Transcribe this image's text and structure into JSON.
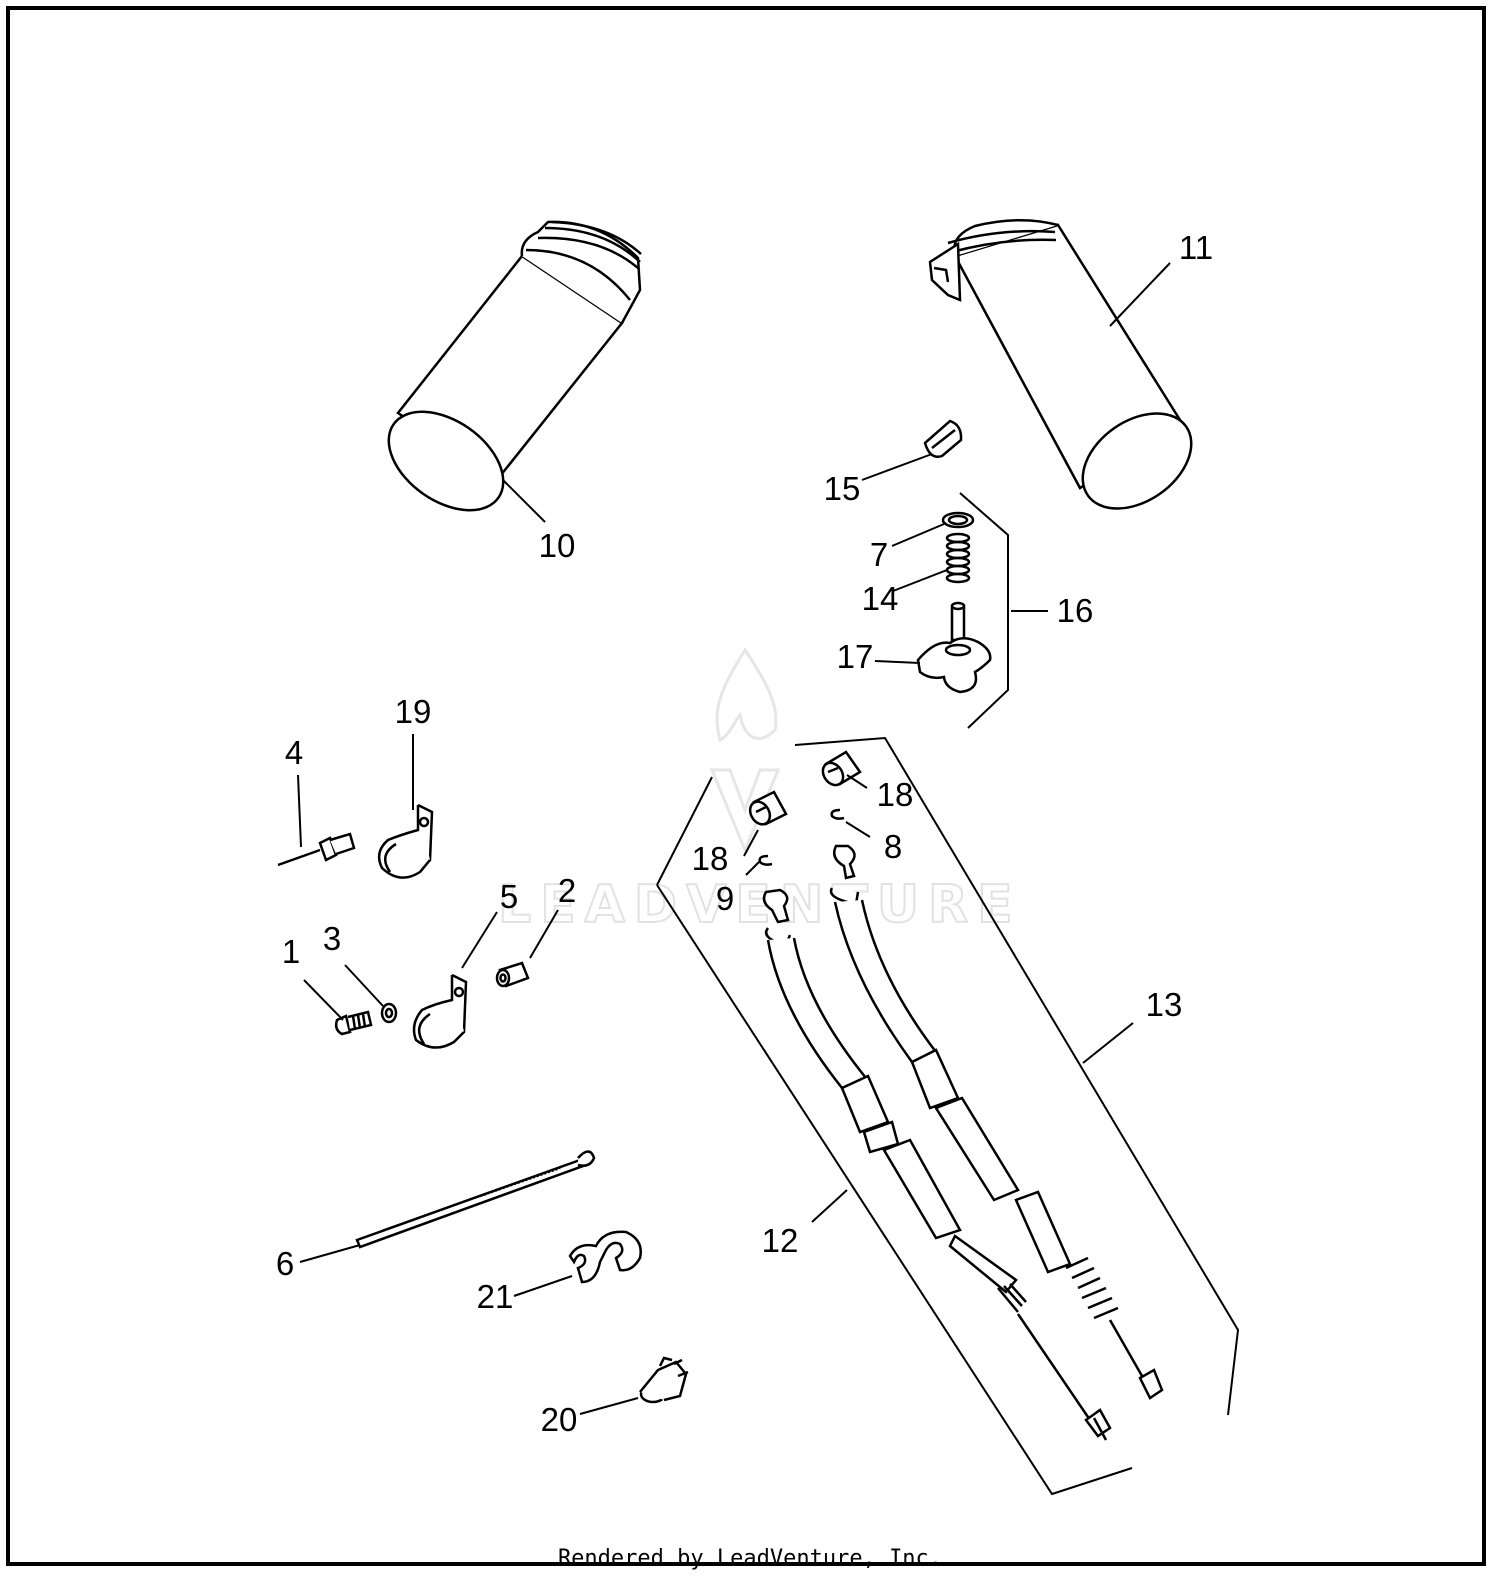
{
  "diagram": {
    "watermark": "LEADVENTURE",
    "credit": "Rendered by LeadVenture, Inc.",
    "callouts": [
      {
        "id": "1",
        "text": "1"
      },
      {
        "id": "2",
        "text": "2"
      },
      {
        "id": "3",
        "text": "3"
      },
      {
        "id": "4",
        "text": "4"
      },
      {
        "id": "5",
        "text": "5"
      },
      {
        "id": "6",
        "text": "6"
      },
      {
        "id": "7",
        "text": "7"
      },
      {
        "id": "8",
        "text": "8"
      },
      {
        "id": "9",
        "text": "9"
      },
      {
        "id": "10",
        "text": "10"
      },
      {
        "id": "11",
        "text": "11"
      },
      {
        "id": "12",
        "text": "12"
      },
      {
        "id": "13",
        "text": "13"
      },
      {
        "id": "14",
        "text": "14"
      },
      {
        "id": "15",
        "text": "15"
      },
      {
        "id": "16",
        "text": "16"
      },
      {
        "id": "17",
        "text": "17"
      },
      {
        "id": "18a",
        "text": "18"
      },
      {
        "id": "18b",
        "text": "18"
      },
      {
        "id": "19",
        "text": "19"
      },
      {
        "id": "20",
        "text": "20"
      },
      {
        "id": "21",
        "text": "21"
      }
    ]
  }
}
